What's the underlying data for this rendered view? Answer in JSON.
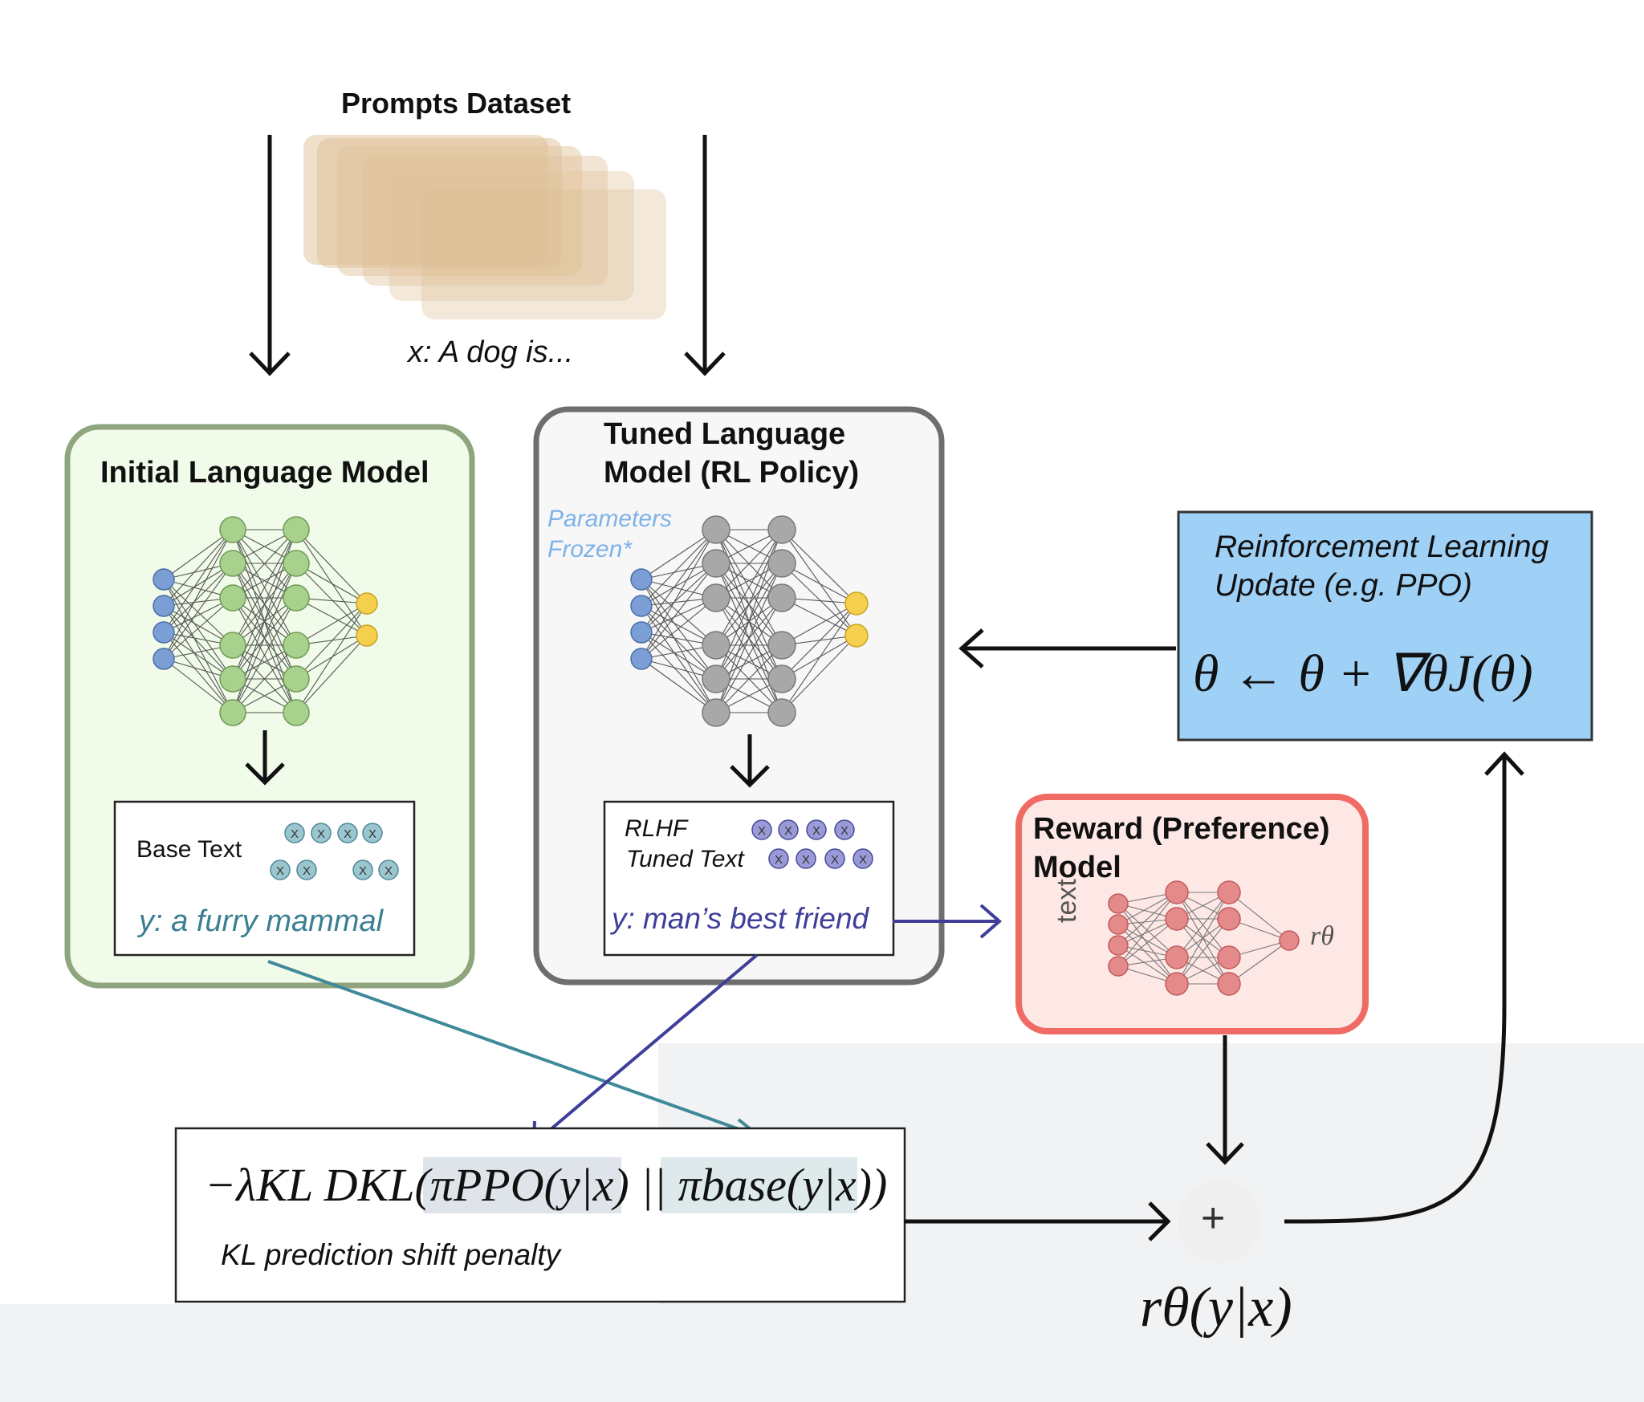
{
  "prompts": {
    "title": "Prompts Dataset",
    "example": "x: A dog is..."
  },
  "initial_model": {
    "title": "Initial Language Model",
    "output_label": "Base Text",
    "output_example": "y: a furry mammal",
    "token_symbol": "X"
  },
  "tuned_model": {
    "title_line1": "Tuned Language",
    "title_line2": "Model (RL Policy)",
    "note_line1": "Parameters",
    "note_line2": "Frozen*",
    "output_label_line1": "RLHF",
    "output_label_line2": "Tuned Text",
    "output_example": "y: man’s best friend",
    "token_symbol": "X"
  },
  "rl_update": {
    "title_line1": "Reinforcement Learning",
    "title_line2": "Update (e.g. PPO)",
    "formula": "θ ← θ + ∇θJ(θ)"
  },
  "reward_model": {
    "title_line1": "Reward (Preference)",
    "title_line2": "Model",
    "input_label": "text",
    "output_label": "rθ"
  },
  "kl_penalty": {
    "formula": "−λKL DKL(πPPO(y|x) || πbase(y|x))",
    "caption": "KL prediction shift penalty"
  },
  "combine": {
    "symbol": "+",
    "result": "rθ(y|x)"
  },
  "colors": {
    "initial_border": "#8ea57e",
    "initial_fill": "#f1fbe9",
    "tuned_border": "#6e6e6e",
    "rl_fill": "#9fd0f5",
    "reward_border": "#ef6b63",
    "reward_fill": "#fde8e6",
    "prompt_card": "#d9b585",
    "arrow_teal": "#3f8a9a",
    "arrow_purple": "#3f3f9a"
  }
}
